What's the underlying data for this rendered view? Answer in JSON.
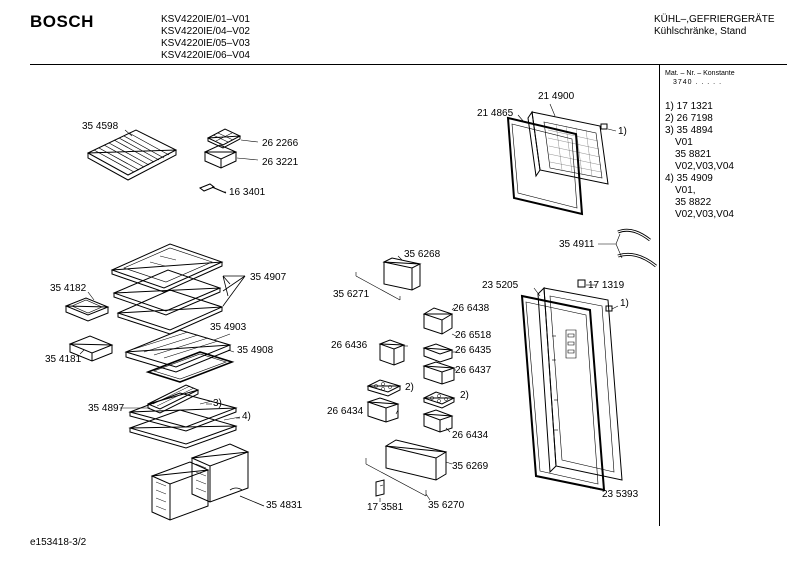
{
  "header": {
    "brand": "BOSCH",
    "models": [
      "KSV4220IE/01–V01",
      "KSV4220IE/04–V02",
      "KSV4220IE/05–V03",
      "KSV4220IE/06–V04"
    ],
    "category_line1": "KÜHL–,GEFRIERGERÄTE",
    "category_line2": "Kühlschränke, Stand"
  },
  "sidebar": {
    "mat_header": "Mat. – Nr. – Konstante",
    "constant": "3740 . . . . .",
    "notes": [
      "1) 17 1321",
      "2) 26 7198",
      "3)  35 4894",
      "V01",
      "35 8821",
      "V02,V03,V04",
      "4)  35 4909",
      "V01,",
      "35 8822",
      "V02,V03,V04"
    ]
  },
  "parts": {
    "p354598": "35 4598",
    "p262266": "26 2266",
    "p263221": "26 3221",
    "p163401": "16 3401",
    "p354907": "35 4907",
    "p354182": "35 4182",
    "p354903": "35 4903",
    "p354181": "35 4181",
    "p354908": "35 4908",
    "p354897": "35 4897",
    "note3": "3)",
    "note4": "4)",
    "p354831": "35 4831",
    "p214900": "21 4900",
    "p214865": "21 4865",
    "note1a": "1)",
    "p354911": "35 4911",
    "p356268": "35 6268",
    "p356271": "35 6271",
    "p235205": "23 5205",
    "p171319": "17 1319",
    "note1b": "1)",
    "p266438": "26 6438",
    "p266518": "26 6518",
    "p266436": "26 6436",
    "p266435": "26 6435",
    "p266437": "26 6437",
    "note2a": "2)",
    "note2b": "2)",
    "p266434a": "26 6434",
    "p266434b": "26 6434",
    "p356269": "35 6269",
    "p173581": "17 3581",
    "p356270": "35 6270",
    "p235393": "23 5393"
  },
  "footer": {
    "doc_id": "e153418-3/2"
  }
}
